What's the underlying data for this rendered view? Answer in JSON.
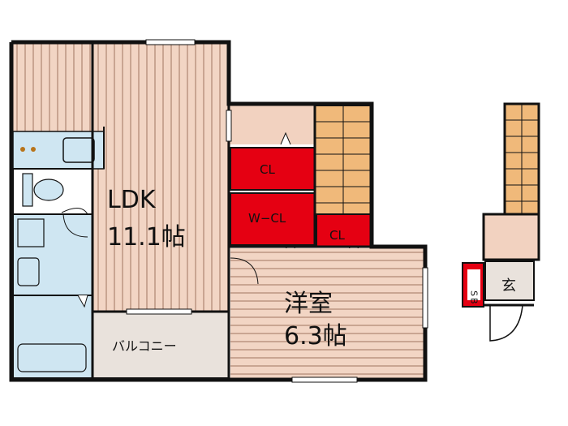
{
  "rooms": {
    "ldk_name": "LDK",
    "ldk_size": "11.1帖",
    "western_name": "洋室",
    "western_size": "6.3帖",
    "balcony": "バルコニー",
    "closet_upper": "CL",
    "walkin_closet": "W−CL",
    "closet_small": "CL",
    "shoe_box": "SB",
    "entrance": "玄"
  },
  "colors": {
    "wall": "#111111",
    "floor_stripe_light": "#f2d5c4",
    "floor_stripe_dark": "#c9a592",
    "closet_red": "#e50012",
    "stairs_orange": "#f0b97a",
    "hall_beige": "#f2d2c0",
    "wet_area_blue": "#cfe6f2",
    "balcony_gray": "#e9e2dc"
  }
}
